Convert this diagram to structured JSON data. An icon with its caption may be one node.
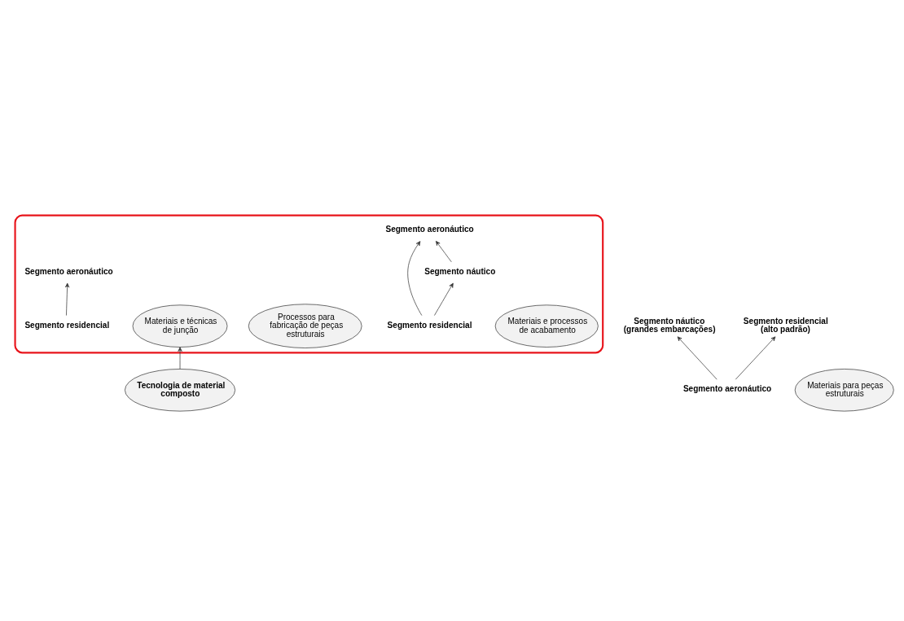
{
  "diagram": {
    "nodes": [
      {
        "text": [],
        "shape": "cloud"
      },
      {
        "text": [
          "Materiais e processos de acabamento"
        ],
        "in": 0
      },
      {
        "text": [
          "Segmento residencial"
        ],
        "in": 0
      },
      {
        "text": [
          "Segmento aeronáutico"
        ],
        "in": 0
      },
      {
        "text": [
          "Segmento náutico"
        ],
        "in": 0
      },
      {
        "text": [
          "Processos para fabricação de peças estruturais"
        ],
        "in": 0
      },
      {
        "text": [
          "Materiais e técnicas de junção"
        ],
        "in": 0
      },
      {
        "text": [
          "Segmento residencial"
        ],
        "in": 0
      },
      {
        "text": [
          "Segmento aeronáutico"
        ],
        "in": 0
      },
      {
        "text": [
          "Segmento náutico (grandes embarcações)"
        ]
      },
      {
        "text": [
          "Segmento aeronáutico"
        ]
      },
      {
        "text": [
          "Segmento residencial (alto padrão)"
        ]
      },
      {
        "text": [
          "Materiais para peças estruturais"
        ]
      },
      {
        "text": [
          "Tecnologia de material composto"
        ]
      }
    ],
    "edges": [
      {
        "from": 2,
        "to": 3,
        "arrow": "to"
      },
      {
        "from": 2,
        "to": 4,
        "arrow": "to"
      },
      {
        "from": 4,
        "to": 3,
        "arrow": "to"
      },
      {
        "from": 7,
        "to": 8,
        "arrow": "to"
      },
      {
        "from": 10,
        "to": 9,
        "arrow": "to"
      },
      {
        "from": 10,
        "to": 11,
        "arrow": "to"
      },
      {
        "from": 13,
        "to": 6,
        "arrow": "to"
      }
    ]
  }
}
